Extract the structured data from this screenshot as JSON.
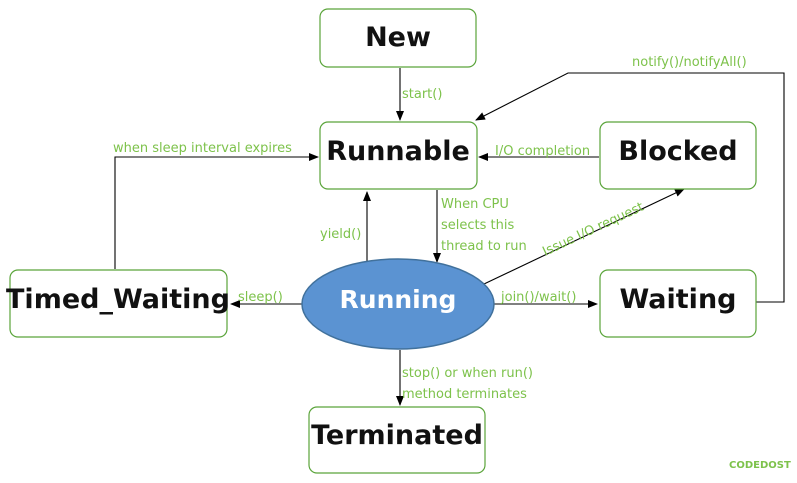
{
  "states": {
    "new": "New",
    "runnable": "Runnable",
    "blocked": "Blocked",
    "timed_waiting": "Timed_Waiting",
    "running": "Running",
    "waiting": "Waiting",
    "terminated": "Terminated"
  },
  "transitions": {
    "start": "start()",
    "notify": "notify()/notifyAll()",
    "io_completion": "I/O completion",
    "sleep_expires": "when sleep interval expires",
    "cpu_select_1": "When CPU",
    "cpu_select_2": "selects this",
    "cpu_select_3": "thread to run",
    "yield": "yield()",
    "issue_io": "Issue I/O request",
    "sleep": "sleep()",
    "join_wait": "join()/wait()",
    "stop_1": "stop() or when run()",
    "stop_2": "method terminates"
  },
  "brand": "CODEDOST",
  "colors": {
    "box_border": "#5aa43a",
    "label_green": "#7dc24b",
    "running_fill": "#5b93d2",
    "running_border": "#41719c",
    "running_text": "#ffffff",
    "arrow": "#000000"
  }
}
